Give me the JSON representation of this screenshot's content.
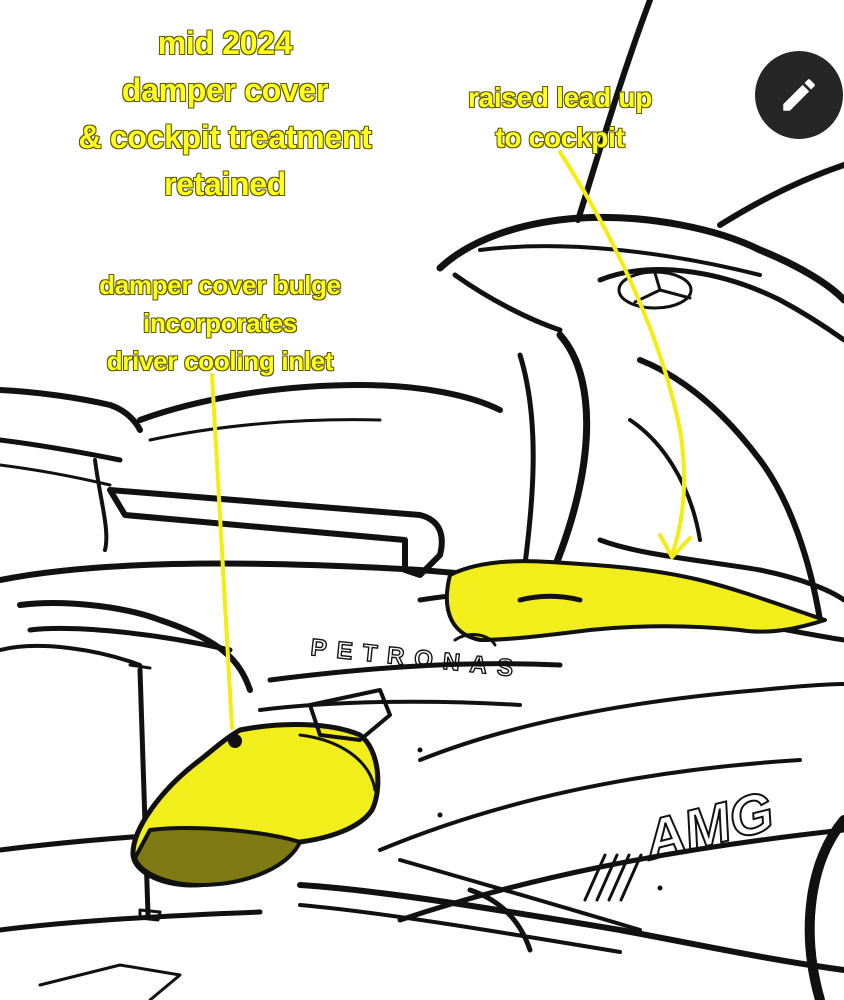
{
  "annotations": {
    "mid2024": [
      "mid 2024",
      "damper cover",
      "& cockpit treatment",
      "retained"
    ],
    "raised_lead": [
      "raised lead up",
      "to cockpit"
    ],
    "damper_bulge": [
      "damper cover bulge",
      "incorporates",
      "driver cooling inlet"
    ]
  },
  "sponsor_text": {
    "petronas": "PETRONAS",
    "amg": "AMG"
  },
  "edit_button": {
    "icon": "pencil-icon"
  },
  "colors": {
    "highlight": "#f2ee1c",
    "annotation_text": "#ffff1a",
    "line": "#111111",
    "button": "#262626"
  }
}
